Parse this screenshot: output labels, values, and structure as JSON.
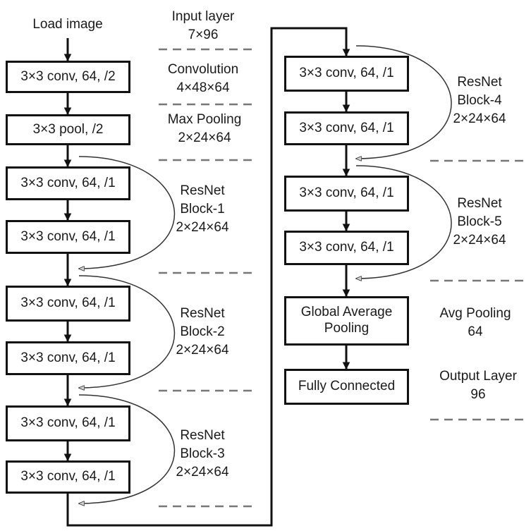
{
  "input": {
    "label": "Load image"
  },
  "boxes": {
    "conv1": "3×3 conv, 64, /2",
    "pool1": "3×3 pool, /2",
    "b1a": "3×3 conv, 64, /1",
    "b1b": "3×3 conv, 64, /1",
    "b2a": "3×3 conv, 64, /1",
    "b2b": "3×3 conv, 64, /1",
    "b3a": "3×3 conv, 64, /1",
    "b3b": "3×3 conv, 64, /1",
    "b4a": "3×3 conv, 64, /1",
    "b4b": "3×3 conv, 64, /1",
    "b5a": "3×3 conv, 64, /1",
    "b5b": "3×3 conv, 64, /1",
    "gap_line1": "Global Average",
    "gap_line2": "Pooling",
    "fc": "Fully Connected"
  },
  "annotations": {
    "input_layer": {
      "name": "Input layer",
      "dims": "7×96"
    },
    "convolution": {
      "name": "Convolution",
      "dims": "4×48×64"
    },
    "max_pooling": {
      "name": "Max Pooling",
      "dims": "2×24×64"
    },
    "resnet1": {
      "line1": "ResNet",
      "line2": "Block-1",
      "dims": "2×24×64"
    },
    "resnet2": {
      "line1": "ResNet",
      "line2": "Block-2",
      "dims": "2×24×64"
    },
    "resnet3": {
      "line1": "ResNet",
      "line2": "Block-3",
      "dims": "2×24×64"
    },
    "resnet4": {
      "line1": "ResNet",
      "line2": "Block-4",
      "dims": "2×24×64"
    },
    "resnet5": {
      "line1": "ResNet",
      "line2": "Block-5",
      "dims": "2×24×64"
    },
    "avg_pooling": {
      "name": "Avg Pooling",
      "dims": "64"
    },
    "output_layer": {
      "name": "Output Layer",
      "dims": "96"
    }
  }
}
